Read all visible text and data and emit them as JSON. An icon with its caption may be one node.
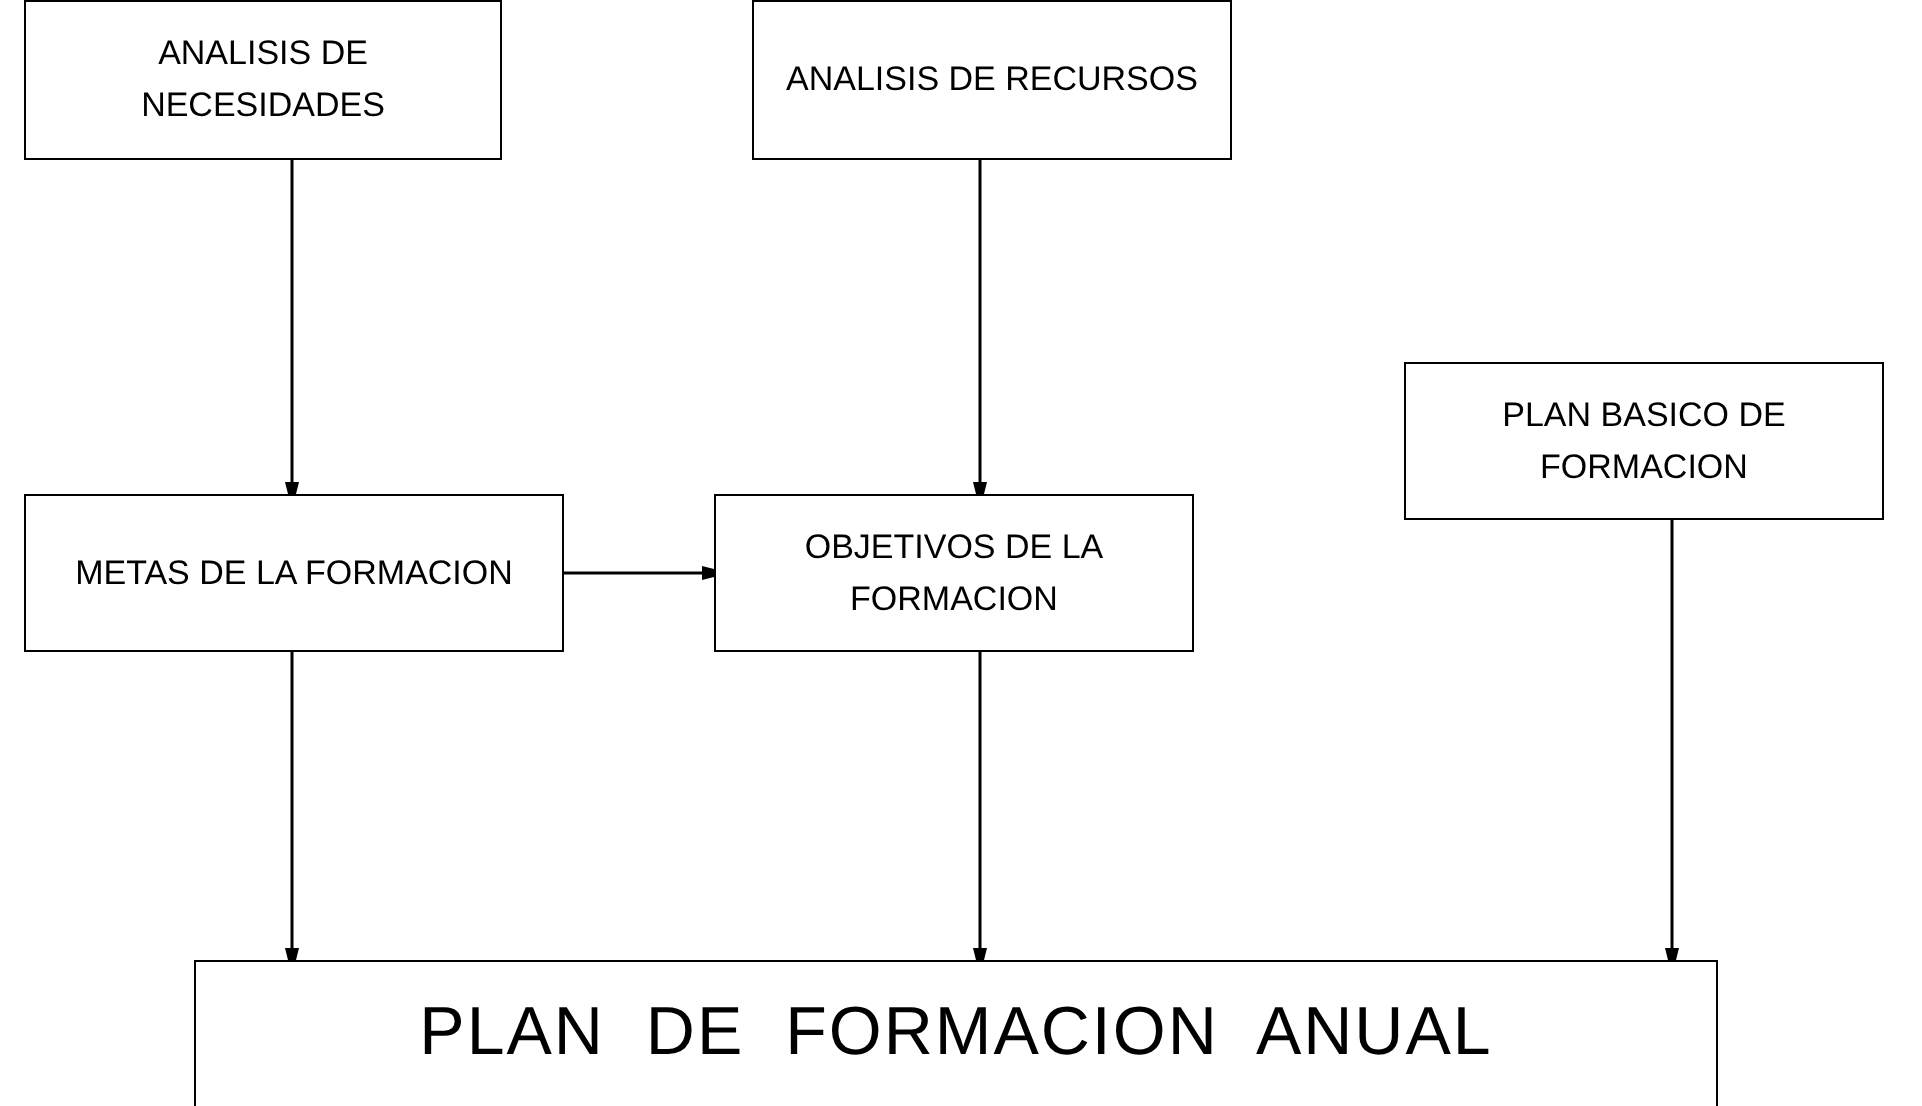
{
  "diagram": {
    "nodes": [
      {
        "text": [
          "ANALISIS DE NECESIDADES"
        ]
      },
      {
        "text": [
          "ANALISIS DE RECURSOS"
        ]
      },
      {
        "text": [
          "PLAN BASICO DE FORMACION"
        ]
      },
      {
        "text": [
          "METAS DE LA FORMACION"
        ]
      },
      {
        "text": [
          "OBJETIVOS DE LA FORMACION"
        ]
      },
      {
        "text": [
          "PLAN DE FORMACION ANUAL"
        ]
      }
    ],
    "edges": [
      {
        "from": 0,
        "to": 3,
        "arrow": "to"
      },
      {
        "from": 1,
        "to": 4,
        "arrow": "to"
      },
      {
        "from": 3,
        "to": 4,
        "arrow": "to"
      },
      {
        "from": 3,
        "to": 5,
        "arrow": "to"
      },
      {
        "from": 4,
        "to": 5,
        "arrow": "to"
      },
      {
        "from": 2,
        "to": 5,
        "arrow": "to"
      }
    ]
  }
}
